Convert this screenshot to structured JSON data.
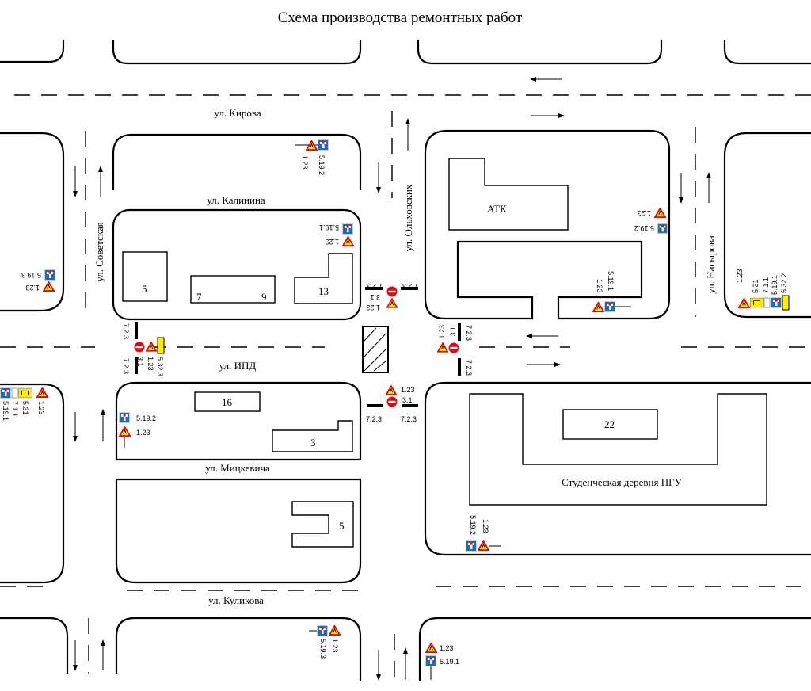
{
  "title": "Схема производства ремонтных работ",
  "streets": {
    "kirova": "ул. Кирова",
    "kalinina": "ул. Калинина",
    "sovetskaya": "ул. Советская",
    "olkhovskih": "ул. Ольховских",
    "nasyrova": "ул. Насырова",
    "ipd": "ул. ИПД",
    "mitskevicha": "ул. Мицкевича",
    "kulikova": "ул. Куликова"
  },
  "buildings": {
    "b5a": "5",
    "b7": "7",
    "b9": "9",
    "b13": "13",
    "atk": "АТК",
    "b16": "16",
    "b3": "3",
    "b22": "22",
    "village": "Студенческая деревня ПГУ",
    "b5b": "5"
  },
  "signs": {
    "s123": "1.23",
    "s5192": "5.19.2",
    "s5191": "5.19.1",
    "s5193": "5.19.3",
    "s723": "7.2.3",
    "s31": "3.1",
    "s531": "5.31",
    "s711": "7.1.1",
    "s5322": "5.32.2",
    "s5323": "5.32.3"
  },
  "colors": {
    "warning_border": "#e30613",
    "warning_fill": "#ffed00",
    "info_blue": "#1e6bb8",
    "no_entry": "#e30613"
  }
}
